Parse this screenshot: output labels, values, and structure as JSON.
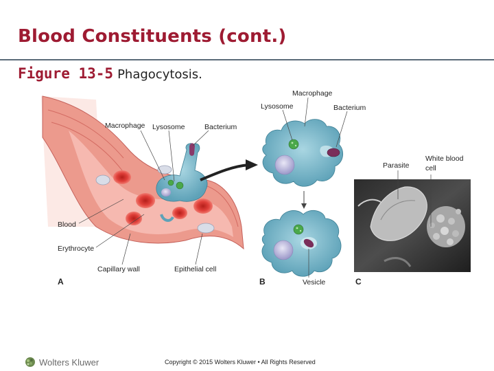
{
  "slide": {
    "title": "Blood Constituents (cont.)",
    "figure_number": "Figure 13-5",
    "figure_title": "Phagocytosis."
  },
  "figure": {
    "panel_a": {
      "letter": "A",
      "labels": {
        "macrophage": "Macrophage",
        "lysosome": "Lysosome",
        "bacterium": "Bacterium",
        "blood": "Blood",
        "erythrocyte": "Erythrocyte",
        "capillary_wall": "Capillary wall",
        "epithelial_cell": "Epithelial cell"
      }
    },
    "panel_b": {
      "letter": "B",
      "labels": {
        "macrophage": "Macrophage",
        "lysosome": "Lysosome",
        "bacterium": "Bacterium",
        "vesicle": "Vesicle"
      }
    },
    "panel_c": {
      "letter": "C",
      "labels": {
        "parasite": "Parasite",
        "white_blood_cell_line1": "White blood",
        "white_blood_cell_line2": "cell"
      }
    }
  },
  "footer": {
    "brand": "Wolters Kluwer",
    "copyright": "Copyright © 2015 Wolters Kluwer • All Rights Reserved"
  },
  "colors": {
    "title": "#9e1b32",
    "rule": "#5a6a78",
    "capillary": "#e8867a",
    "erythrocyte": "#d9362f",
    "macrophage": "#6fb2c6",
    "lysosome": "#3f9b3c",
    "bacterium": "#7a2e5a",
    "nucleus": "#b7b3d9"
  }
}
